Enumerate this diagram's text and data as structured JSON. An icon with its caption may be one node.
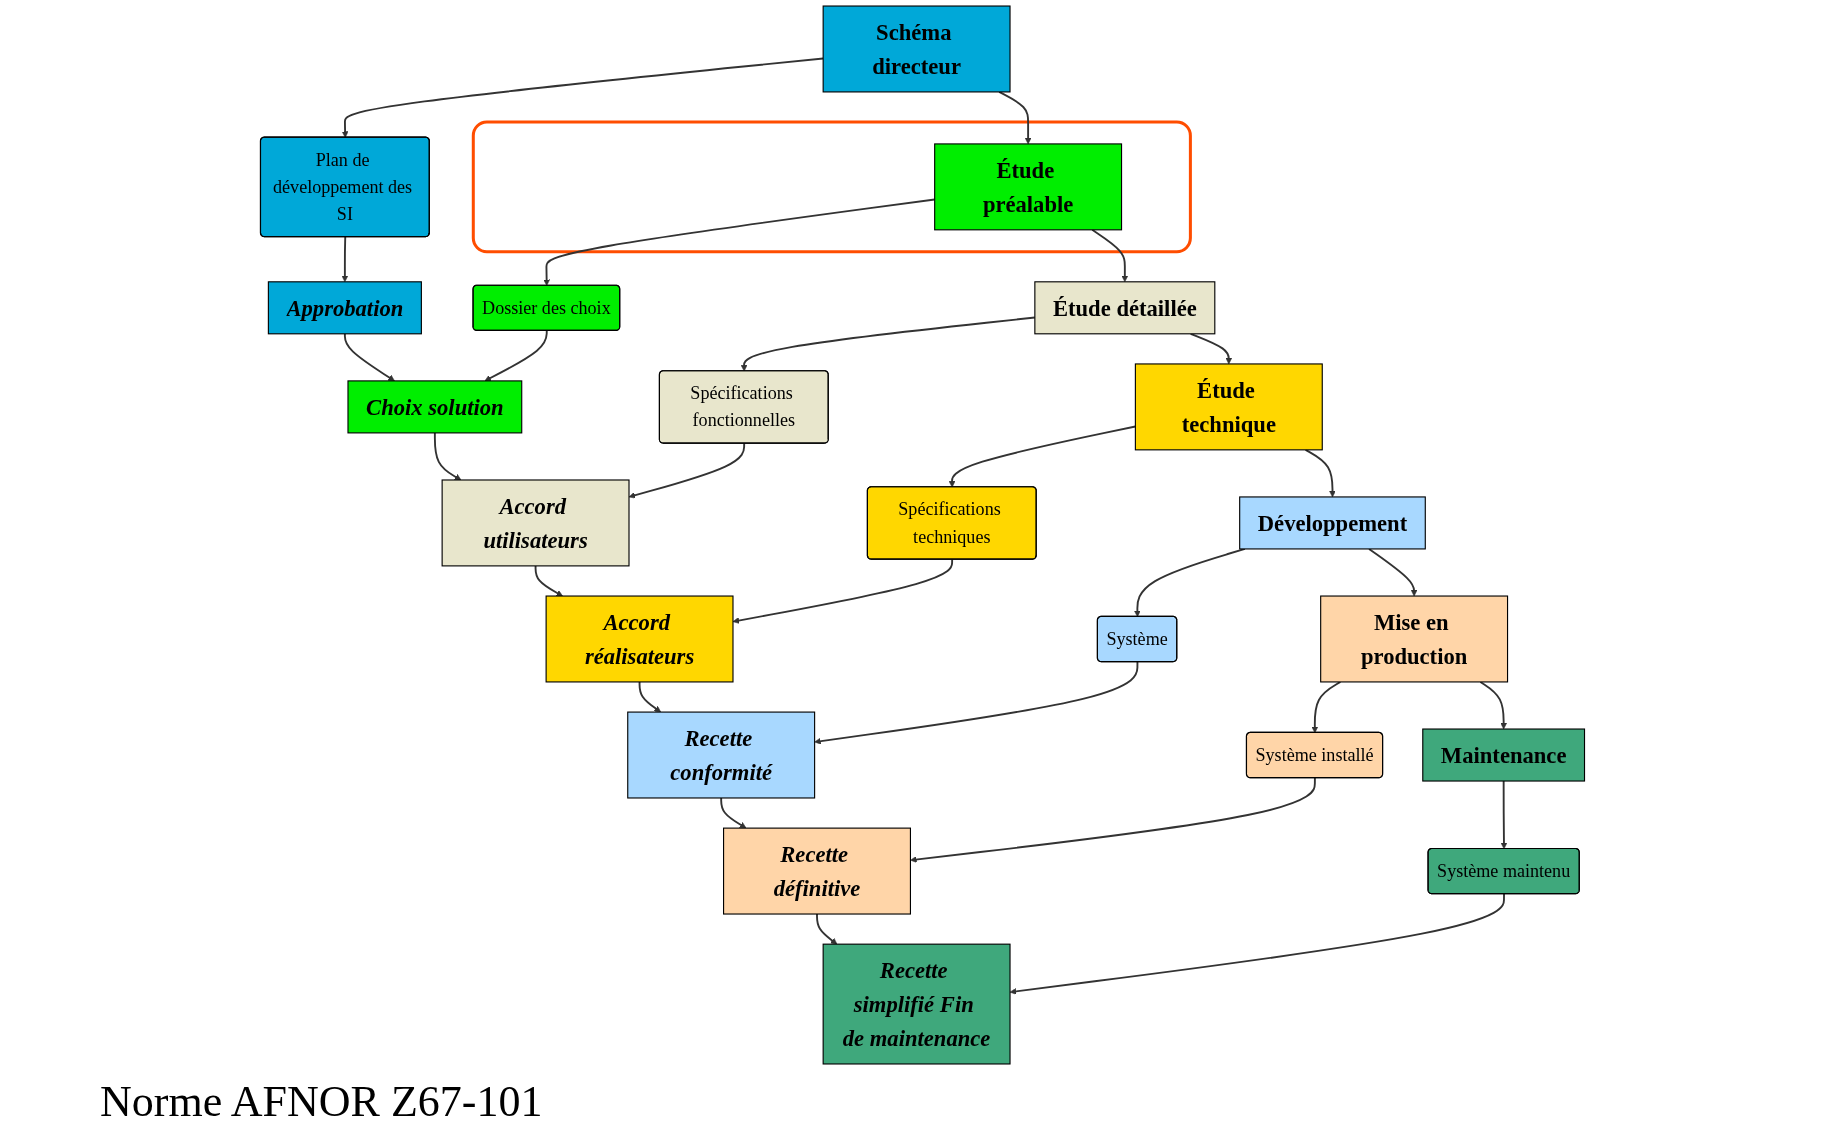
{
  "diagram": {
    "nodes": [
      {
        "text": [
          "Schéma directeur"
        ]
      },
      {
        "text": [
          "Plan de développement des SI"
        ]
      },
      {
        "text": [
          "Approbation"
        ]
      },
      {
        "text": [],
        "shape": "box"
      },
      {
        "text": [
          "Étude préalable"
        ],
        "in": 3
      },
      {
        "text": [
          "Dossier des choix"
        ]
      },
      {
        "text": [
          "Choix solution"
        ]
      },
      {
        "text": [
          "Étude détaillée"
        ]
      },
      {
        "text": [
          "Spécifications fonctionnelles"
        ]
      },
      {
        "text": [
          "Accord utilisateurs"
        ]
      },
      {
        "text": [
          "Étude technique"
        ]
      },
      {
        "text": [
          "Spécifications techniques"
        ]
      },
      {
        "text": [
          "Accord réalisateurs"
        ]
      },
      {
        "text": [
          "Développement"
        ]
      },
      {
        "text": [
          "Système"
        ]
      },
      {
        "text": [
          "Recette conformité"
        ]
      },
      {
        "text": [
          "Mise en production"
        ]
      },
      {
        "text": [
          "Système installé"
        ]
      },
      {
        "text": [
          "Recette définitive"
        ]
      },
      {
        "text": [
          "Maintenance"
        ]
      },
      {
        "text": [
          "Système maintenu"
        ]
      },
      {
        "text": [
          "Recette simplifié Fin de maintenance"
        ]
      }
    ],
    "edges": [
      {
        "from": 0,
        "to": 1,
        "arrow": "to"
      },
      {
        "from": 1,
        "to": 2,
        "arrow": "to"
      },
      {
        "from": 0,
        "to": 4,
        "arrow": "to"
      },
      {
        "from": 2,
        "to": 6,
        "arrow": "to"
      },
      {
        "from": 4,
        "to": 5,
        "arrow": "to"
      },
      {
        "from": 5,
        "to": 6,
        "arrow": "to"
      },
      {
        "from": 4,
        "to": 7,
        "arrow": "to"
      },
      {
        "from": 6,
        "to": 9,
        "arrow": "to"
      },
      {
        "from": 7,
        "to": 8,
        "arrow": "to"
      },
      {
        "from": 8,
        "to": 9,
        "arrow": "to"
      },
      {
        "from": 7,
        "to": 10,
        "arrow": "to"
      },
      {
        "from": 9,
        "to": 12,
        "arrow": "to"
      },
      {
        "from": 10,
        "to": 11,
        "arrow": "to"
      },
      {
        "from": 11,
        "to": 12,
        "arrow": "to"
      },
      {
        "from": 10,
        "to": 13,
        "arrow": "to"
      },
      {
        "from": 12,
        "to": 15,
        "arrow": "to"
      },
      {
        "from": 13,
        "to": 14,
        "arrow": "to"
      },
      {
        "from": 14,
        "to": 15,
        "arrow": "to"
      },
      {
        "from": 13,
        "to": 16,
        "arrow": "to"
      },
      {
        "from": 15,
        "to": 18,
        "arrow": "to"
      },
      {
        "from": 16,
        "to": 17,
        "arrow": "to"
      },
      {
        "from": 17,
        "to": 18,
        "arrow": "to"
      },
      {
        "from": 16,
        "to": 19,
        "arrow": "to"
      },
      {
        "from": 18,
        "to": 21,
        "arrow": "to"
      },
      {
        "from": 19,
        "to": 20,
        "arrow": "to"
      },
      {
        "from": 20,
        "to": 21,
        "arrow": "to"
      }
    ],
    "labels": [
      "Norme AFNOR Z67-101"
    ]
  }
}
